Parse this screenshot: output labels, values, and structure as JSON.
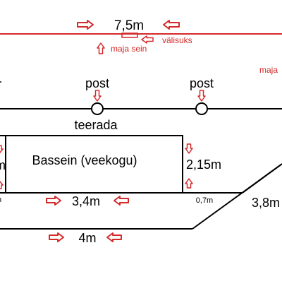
{
  "colors": {
    "ink": "#000000",
    "accent": "#d42a2a"
  },
  "labels": {
    "top_width": "7,5m",
    "house_wall": "maja sein",
    "outer_door": "välisuks",
    "house_right": "maja",
    "post_left": "post",
    "post_right": "post",
    "path": "teerada",
    "pool": "Bassein (veekogu)",
    "pool_width": "3,4m",
    "pool_depth": "2,15m",
    "gap": "0,7m",
    "left_cut_m": "m",
    "left_cut_small": "n",
    "bottom_width": "4m",
    "diag_length": "3,8m"
  }
}
